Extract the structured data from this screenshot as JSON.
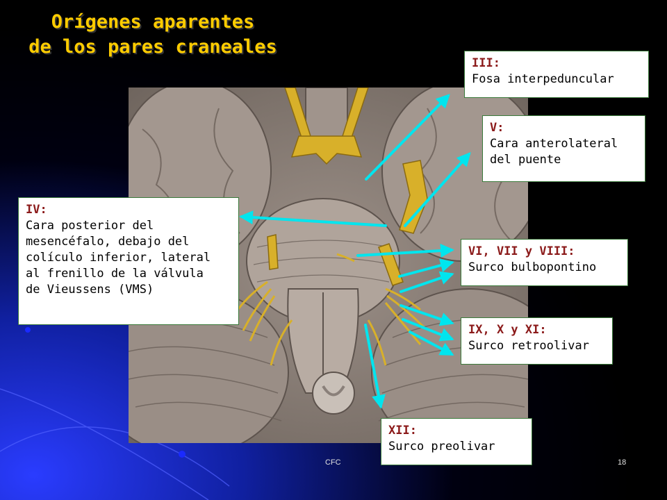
{
  "slide": {
    "title_line1": "Orígenes aparentes",
    "title_line2": "de los pares craneales",
    "footer_left": "CFC",
    "footer_right": "18"
  },
  "labels": {
    "iii": {
      "header": "III:",
      "text": "Fosa interpeduncular"
    },
    "v": {
      "header": "V:",
      "line1": "Cara anterolateral",
      "line2": "del puente"
    },
    "iv": {
      "header": "IV:",
      "line1": "Cara posterior del",
      "line2": "mesencéfalo, debajo del",
      "line3": "colículo inferior, lateral",
      "line4": "al frenillo de la válvula",
      "line5": "de Vieussens (VMS)"
    },
    "vi_vii_viii": {
      "header": "VI, VII y VIII:",
      "text": "Surco bulbopontino"
    },
    "ix_x_xi": {
      "header": "IX, X y XI:",
      "text": "Surco retroolivar"
    },
    "xii": {
      "header": "XII:",
      "text": "Surco preolivar"
    }
  },
  "colors": {
    "title": "#ffcc00",
    "header": "#8b1a1a",
    "arrow": "#00e5ee",
    "nerve": "#d8b02a"
  }
}
